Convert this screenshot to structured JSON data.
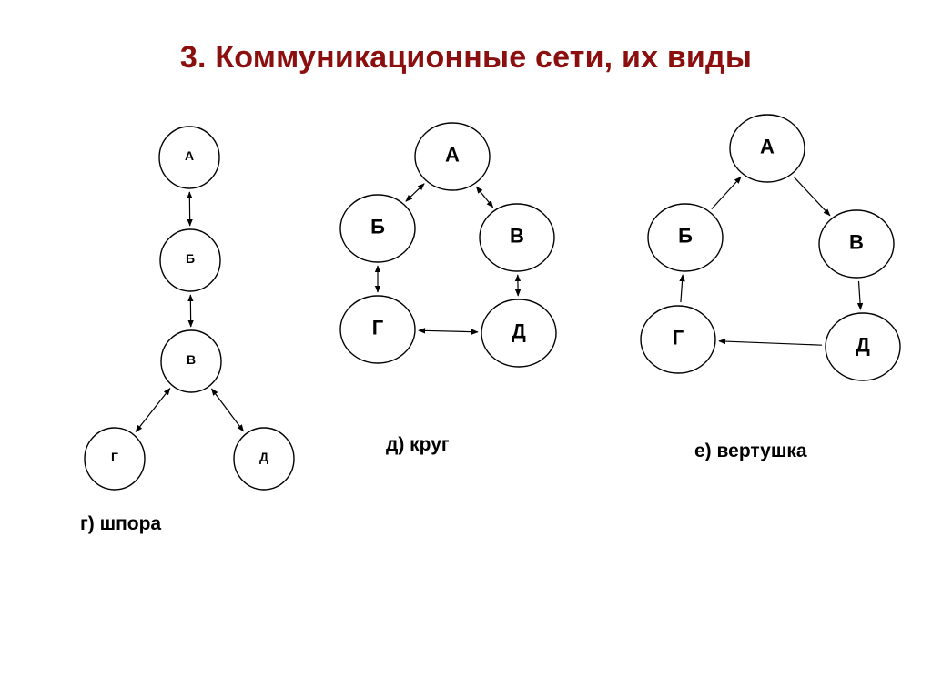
{
  "title": "3. Коммуникационные сети, их виды",
  "colors": {
    "title": "#8b0f0f",
    "stroke": "#000000",
    "node_fill": "#ffffff"
  },
  "networks": [
    {
      "id": "spur",
      "caption": "г) шпора",
      "nodes": [
        {
          "id": "a",
          "label": "А"
        },
        {
          "id": "b",
          "label": "Б"
        },
        {
          "id": "v",
          "label": "В"
        },
        {
          "id": "g",
          "label": "Г"
        },
        {
          "id": "d",
          "label": "Д"
        }
      ],
      "edges": [
        {
          "from": "a",
          "to": "b",
          "direction": "both"
        },
        {
          "from": "b",
          "to": "v",
          "direction": "both"
        },
        {
          "from": "v",
          "to": "g",
          "direction": "both"
        },
        {
          "from": "v",
          "to": "d",
          "direction": "both"
        }
      ]
    },
    {
      "id": "circle",
      "caption": "д) круг",
      "nodes": [
        {
          "id": "a",
          "label": "А"
        },
        {
          "id": "b",
          "label": "Б"
        },
        {
          "id": "v",
          "label": "В"
        },
        {
          "id": "g",
          "label": "Г"
        },
        {
          "id": "d",
          "label": "Д"
        }
      ],
      "edges": [
        {
          "from": "a",
          "to": "b",
          "direction": "both"
        },
        {
          "from": "a",
          "to": "v",
          "direction": "both"
        },
        {
          "from": "b",
          "to": "g",
          "direction": "both"
        },
        {
          "from": "v",
          "to": "d",
          "direction": "both"
        },
        {
          "from": "g",
          "to": "d",
          "direction": "both"
        }
      ]
    },
    {
      "id": "pinwheel",
      "caption": "е) вертушка",
      "nodes": [
        {
          "id": "a",
          "label": "А"
        },
        {
          "id": "b",
          "label": "Б"
        },
        {
          "id": "v",
          "label": "В"
        },
        {
          "id": "g",
          "label": "Г"
        },
        {
          "id": "d",
          "label": "Д"
        }
      ],
      "edges": [
        {
          "from": "b",
          "to": "a",
          "direction": "forward"
        },
        {
          "from": "a",
          "to": "v",
          "direction": "forward"
        },
        {
          "from": "v",
          "to": "d",
          "direction": "forward"
        },
        {
          "from": "d",
          "to": "g",
          "direction": "forward"
        },
        {
          "from": "g",
          "to": "b",
          "direction": "forward"
        }
      ]
    }
  ]
}
